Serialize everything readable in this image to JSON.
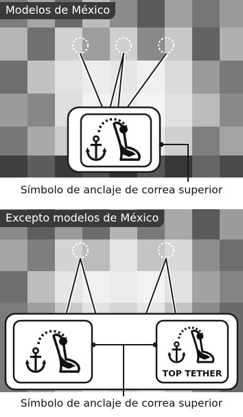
{
  "sections": [
    {
      "title": "Modelos de México",
      "caption": "Símbolo de anclaje de correa superior"
    },
    {
      "title": "Excepto modelos de México",
      "caption": "Símbolo de anclaje de correa superior",
      "secondary_label": "TOP TETHER"
    }
  ],
  "colors": {
    "title_background": "#3a3a3a",
    "title_text": "#ffffff",
    "line": "#1a1a1a",
    "panel_fill": "#ffffff",
    "icon": "#111111"
  },
  "icons": [
    "anchor-icon",
    "child-seat-icon",
    "tether-strap-dashed-arc"
  ]
}
